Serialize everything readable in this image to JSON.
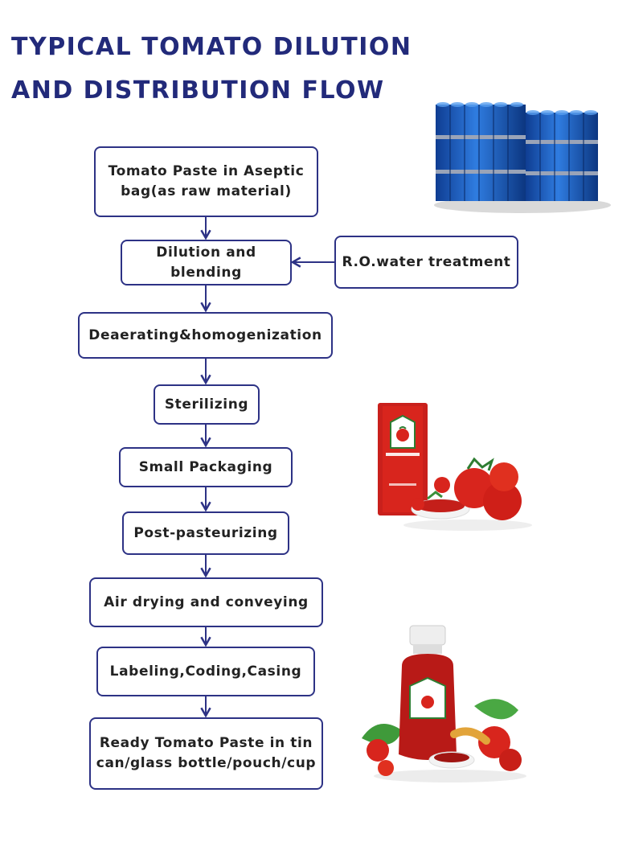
{
  "title": {
    "line1": "TYPICAL TOMATO DILUTION",
    "line2": "AND DISTRIBUTION FLOW"
  },
  "steps": {
    "raw": {
      "line1": "Tomato Paste in Aseptic",
      "line2": "bag(as raw material)"
    },
    "dilution": {
      "line1": "Dilution and",
      "line2": "blending"
    },
    "ro": "R.O.water treatment",
    "deaerating": "Deaerating&homogenization",
    "sterilizing": "Sterilizing",
    "packaging": "Small Packaging",
    "post": "Post-pasteurizing",
    "air": "Air drying and conveying",
    "labeling": "Labeling,Coding,Casing",
    "ready": {
      "line1": "Ready Tomato Paste in tin",
      "line2": "can/glass bottle/pouch/cup"
    }
  },
  "colors": {
    "title": "#222a7a",
    "box_border": "#2d3285",
    "arrow": "#2d3285",
    "drum_blue": "#1f5fc8",
    "tomato_red": "#d8251d"
  },
  "icons": {
    "drums": "blue-drums-on-pallets-illustration",
    "sachet": "ketchup-sachet-with-tomatoes-illustration",
    "bottle": "ketchup-bottle-with-vegetables-illustration"
  }
}
